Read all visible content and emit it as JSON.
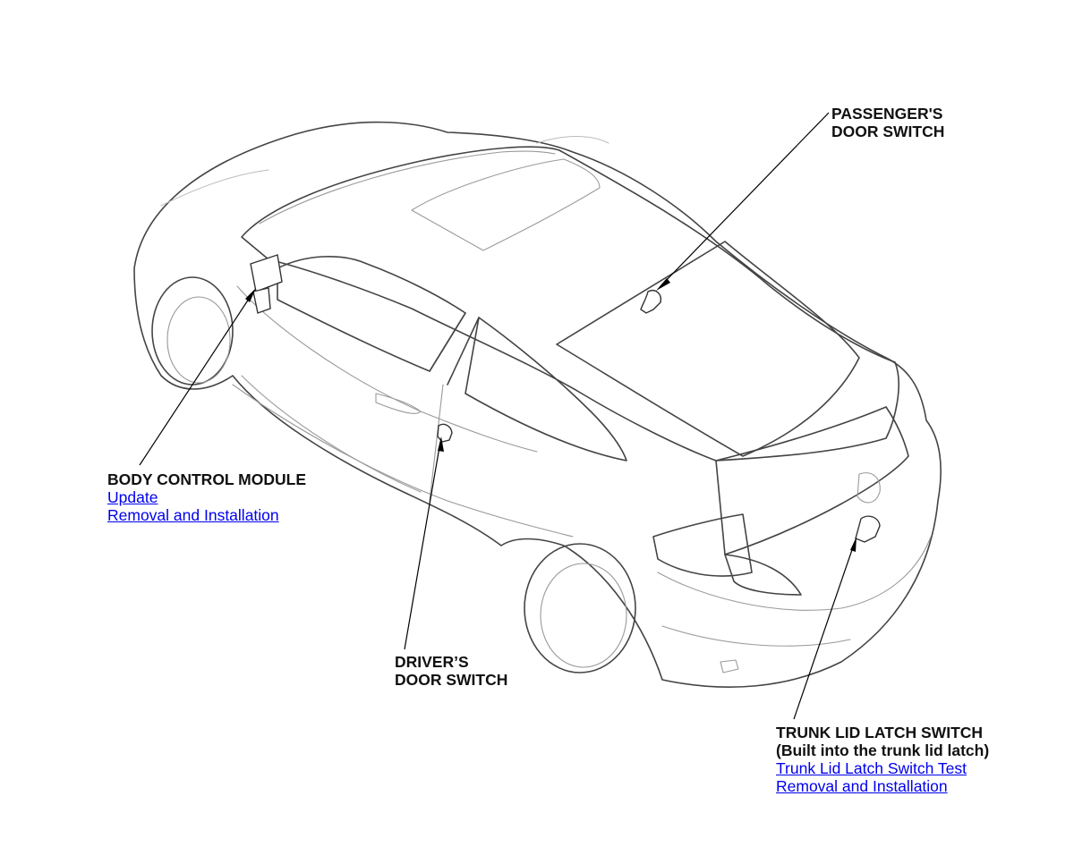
{
  "callouts": {
    "body_control_module": {
      "title": "BODY CONTROL MODULE",
      "links": [
        "Update",
        "Removal and Installation"
      ]
    },
    "passengers_door_switch": {
      "line1": "PASSENGER'S",
      "line2": "DOOR SWITCH"
    },
    "drivers_door_switch": {
      "line1": "DRIVER’S",
      "line2": "DOOR SWITCH"
    },
    "trunk_lid_latch_switch": {
      "title": "TRUNK LID LATCH SWITCH",
      "subtitle": "(Built into the trunk lid latch)",
      "links": [
        "Trunk Lid Latch Switch Test",
        "Removal and Installation"
      ]
    }
  },
  "colors": {
    "link": "#0000ee",
    "label": "#111111",
    "outline": "#444444"
  }
}
